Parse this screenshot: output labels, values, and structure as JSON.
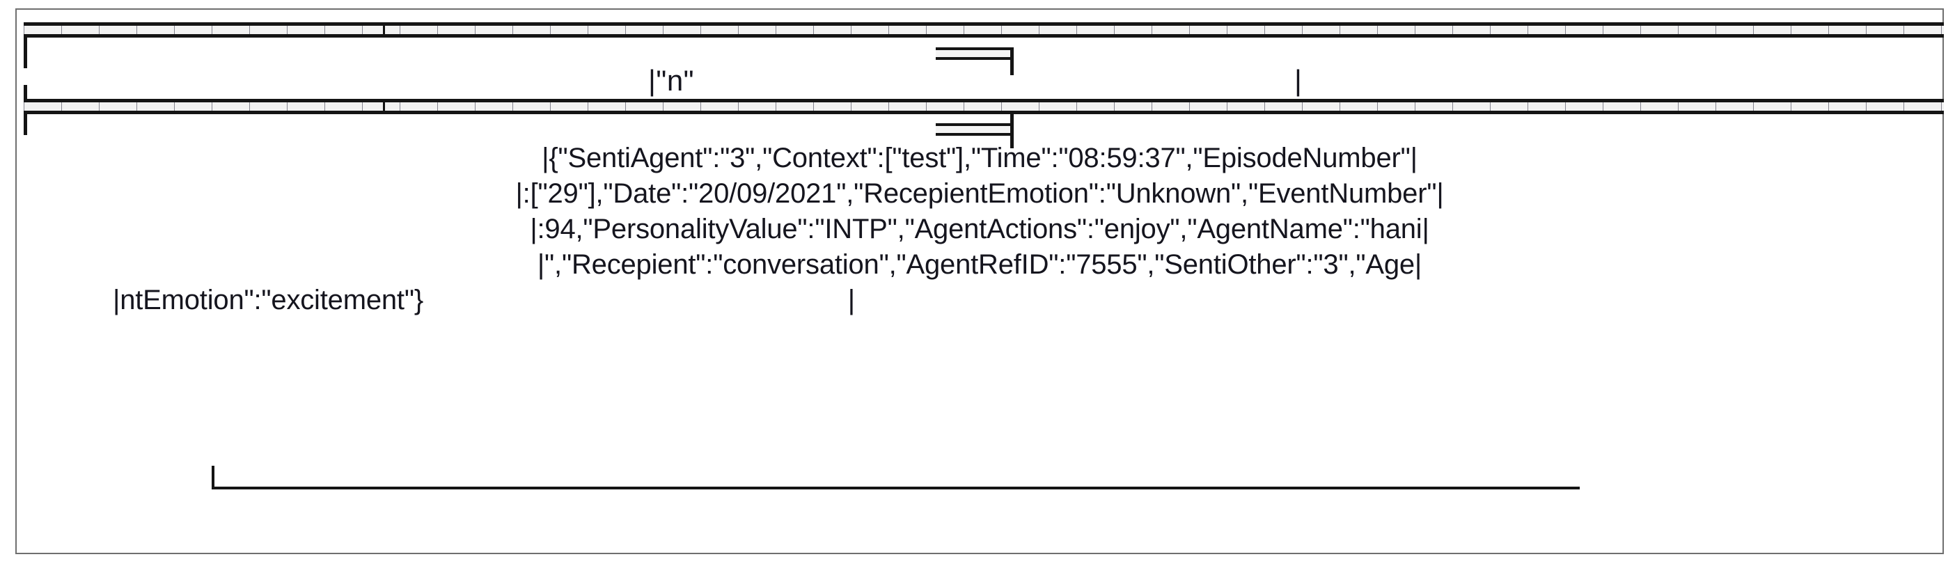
{
  "document": {
    "title": "Sequence diagram message fragment",
    "frame_border_color": "#6f6f6f",
    "ink_color": "#15151e"
  },
  "lifeline_rules": [
    {
      "name": "upper-activation-bar",
      "has_left_cap": true,
      "has_center_tick": true
    },
    {
      "name": "lower-activation-bar",
      "has_left_cap": true,
      "has_center_tick": true
    }
  ],
  "connectors": [
    {
      "name": "upper-return-arrow",
      "end_tick": "down"
    },
    {
      "name": "lower-return-arrow",
      "end_tick": "both"
    },
    {
      "name": "bottom-rule",
      "end_tick": "up"
    }
  ],
  "labels": {
    "short_message": "|\"n\"",
    "short_message_tail": "|"
  },
  "payload": {
    "lines": [
      "|{\"SentiAgent\":\"3\",\"Context\":[\"test\"],\"Time\":\"08:59:37\",\"EpisodeNumber\"|",
      "|:[\"29\"],\"Date\":\"20/09/2021\",\"RecepientEmotion\":\"Unknown\",\"EventNumber\"|",
      "|:94,\"PersonalityValue\":\"INTP\",\"AgentActions\":\"enjoy\",\"AgentName\":\"hani|",
      "|\",\"Recepient\":\"conversation\",\"AgentRefID\":\"7555\",\"SentiOther\":\"3\",\"Age|"
    ],
    "last_line_text": "|ntEmotion\":\"excitement\"}",
    "last_line_tail": "|",
    "fields": {
      "SentiAgent": "3",
      "Context": [
        "test"
      ],
      "Time": "08:59:37",
      "EpisodeNumber": [
        "29"
      ],
      "Date": "20/09/2021",
      "RecepientEmotion": "Unknown",
      "EventNumber": 94,
      "PersonalityValue": "INTP",
      "AgentActions": "enjoy",
      "AgentName": "hani",
      "Recepient": "conversation",
      "AgentRefID": "7555",
      "SentiOther": "3",
      "AgentEmotion": "excitement"
    }
  }
}
